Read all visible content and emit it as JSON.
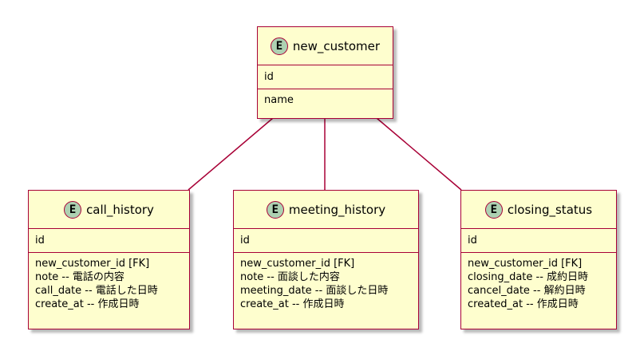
{
  "badge_letter": "E",
  "colors": {
    "entity_fill": "#fefece",
    "border": "#a80036",
    "badge_fill": "#add1b2",
    "edge": "#a80036"
  },
  "entities": {
    "new_customer": {
      "name": "new_customer",
      "pk": "id",
      "fields": [
        "name"
      ]
    },
    "call_history": {
      "name": "call_history",
      "pk": "id",
      "fields": [
        "new_customer_id [FK]",
        "note -- 電話の内容",
        "call_date -- 電話した日時",
        "create_at -- 作成日時"
      ]
    },
    "meeting_history": {
      "name": "meeting_history",
      "pk": "id",
      "fields": [
        "new_customer_id [FK]",
        "note -- 面談した内容",
        "meeting_date -- 面談した日時",
        "create_at -- 作成日時"
      ]
    },
    "closing_status": {
      "name": "closing_status",
      "pk": "id",
      "fields": [
        "new_customer_id [FK]",
        "closing_date -- 成約日時",
        "cancel_date -- 解約日時",
        "created_at -- 作成日時"
      ]
    }
  },
  "relations": [
    {
      "from": "new_customer",
      "to": "call_history"
    },
    {
      "from": "new_customer",
      "to": "meeting_history"
    },
    {
      "from": "new_customer",
      "to": "closing_status"
    }
  ]
}
